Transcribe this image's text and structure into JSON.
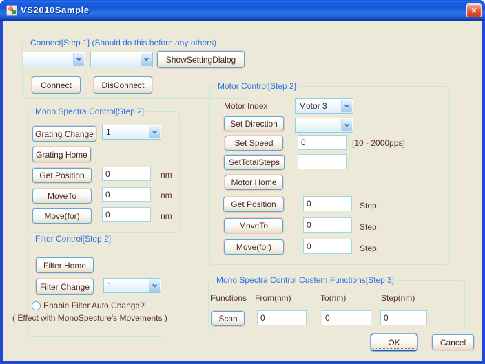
{
  "window": {
    "title": "VS2010Sample",
    "close_icon": "✕"
  },
  "connect": {
    "title": "Connect[Step 1] (Should do this before any others)",
    "combo1_value": "",
    "combo2_value": "",
    "show_setting_dialog": "ShowSettingDialog",
    "connect": "Connect",
    "disconnect": "DisConnect"
  },
  "mono": {
    "title": "Mono Spectra Control[Step 2]",
    "grating_change": "Grating Change",
    "grating_combo_value": "1",
    "grating_home": "Grating Home",
    "get_position": "Get Position",
    "get_position_value": "0",
    "move_to": "MoveTo",
    "move_to_value": "0",
    "move_for": "Move(for)",
    "move_for_value": "0",
    "unit": "nm"
  },
  "filter": {
    "title": "Filter Control[Step 2]",
    "filter_home": "Filter Home",
    "filter_change": "Filter Change",
    "filter_combo_value": "1",
    "auto_change_label": "Enable Filter Auto Change?",
    "note": "( Effect with MonoSpecture's Movements )"
  },
  "motor": {
    "title": "Motor Control[Step 2]",
    "motor_index_label": "Motor Index",
    "motor_index_value": "Motor 3",
    "set_direction": "Set Direction",
    "direction_value": "",
    "set_speed": "Set Speed",
    "speed_value": "0",
    "speed_range": "[10 - 2000pps]",
    "set_total_steps": "SetTotalSteps",
    "total_steps_value": "",
    "motor_home": "Motor Home",
    "get_position": "Get Position",
    "get_position_value": "0",
    "move_to": "MoveTo",
    "move_to_value": "0",
    "move_for": "Move(for)",
    "move_for_value": "0",
    "unit": "Step"
  },
  "custom": {
    "title": "Mono Spectra Control Custem Functions[Step 3]",
    "functions_label": "Functions",
    "from_label": "From(nm)",
    "to_label": "To(nm)",
    "step_label": "Step(nm)",
    "scan": "Scan",
    "from_value": "0",
    "to_value": "0",
    "step_value": "0"
  },
  "footer": {
    "ok": "OK",
    "cancel": "Cancel"
  }
}
